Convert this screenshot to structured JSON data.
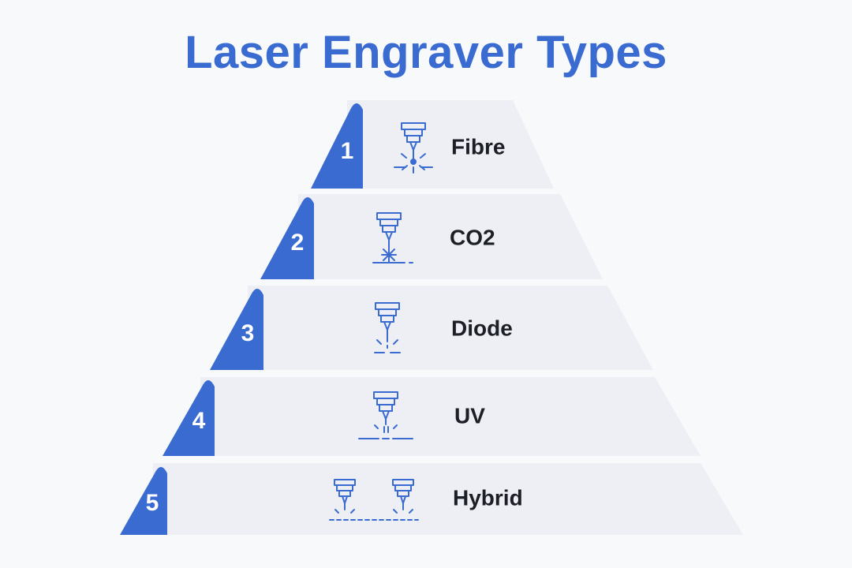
{
  "title": "Laser Engraver Types",
  "colors": {
    "accent": "#3a6bd1",
    "tier_fill": "#eeeff5",
    "label_text": "#1c1f26",
    "background": "#f8f9fb"
  },
  "tiers": [
    {
      "number": "1",
      "label": "Fibre",
      "icon": "fibre-laser-head-icon"
    },
    {
      "number": "2",
      "label": "CO2",
      "icon": "co2-laser-head-icon"
    },
    {
      "number": "3",
      "label": "Diode",
      "icon": "diode-laser-head-icon"
    },
    {
      "number": "4",
      "label": "UV",
      "icon": "uv-laser-head-icon"
    },
    {
      "number": "5",
      "label": "Hybrid",
      "icon": "hybrid-dual-laser-head-icon"
    }
  ]
}
